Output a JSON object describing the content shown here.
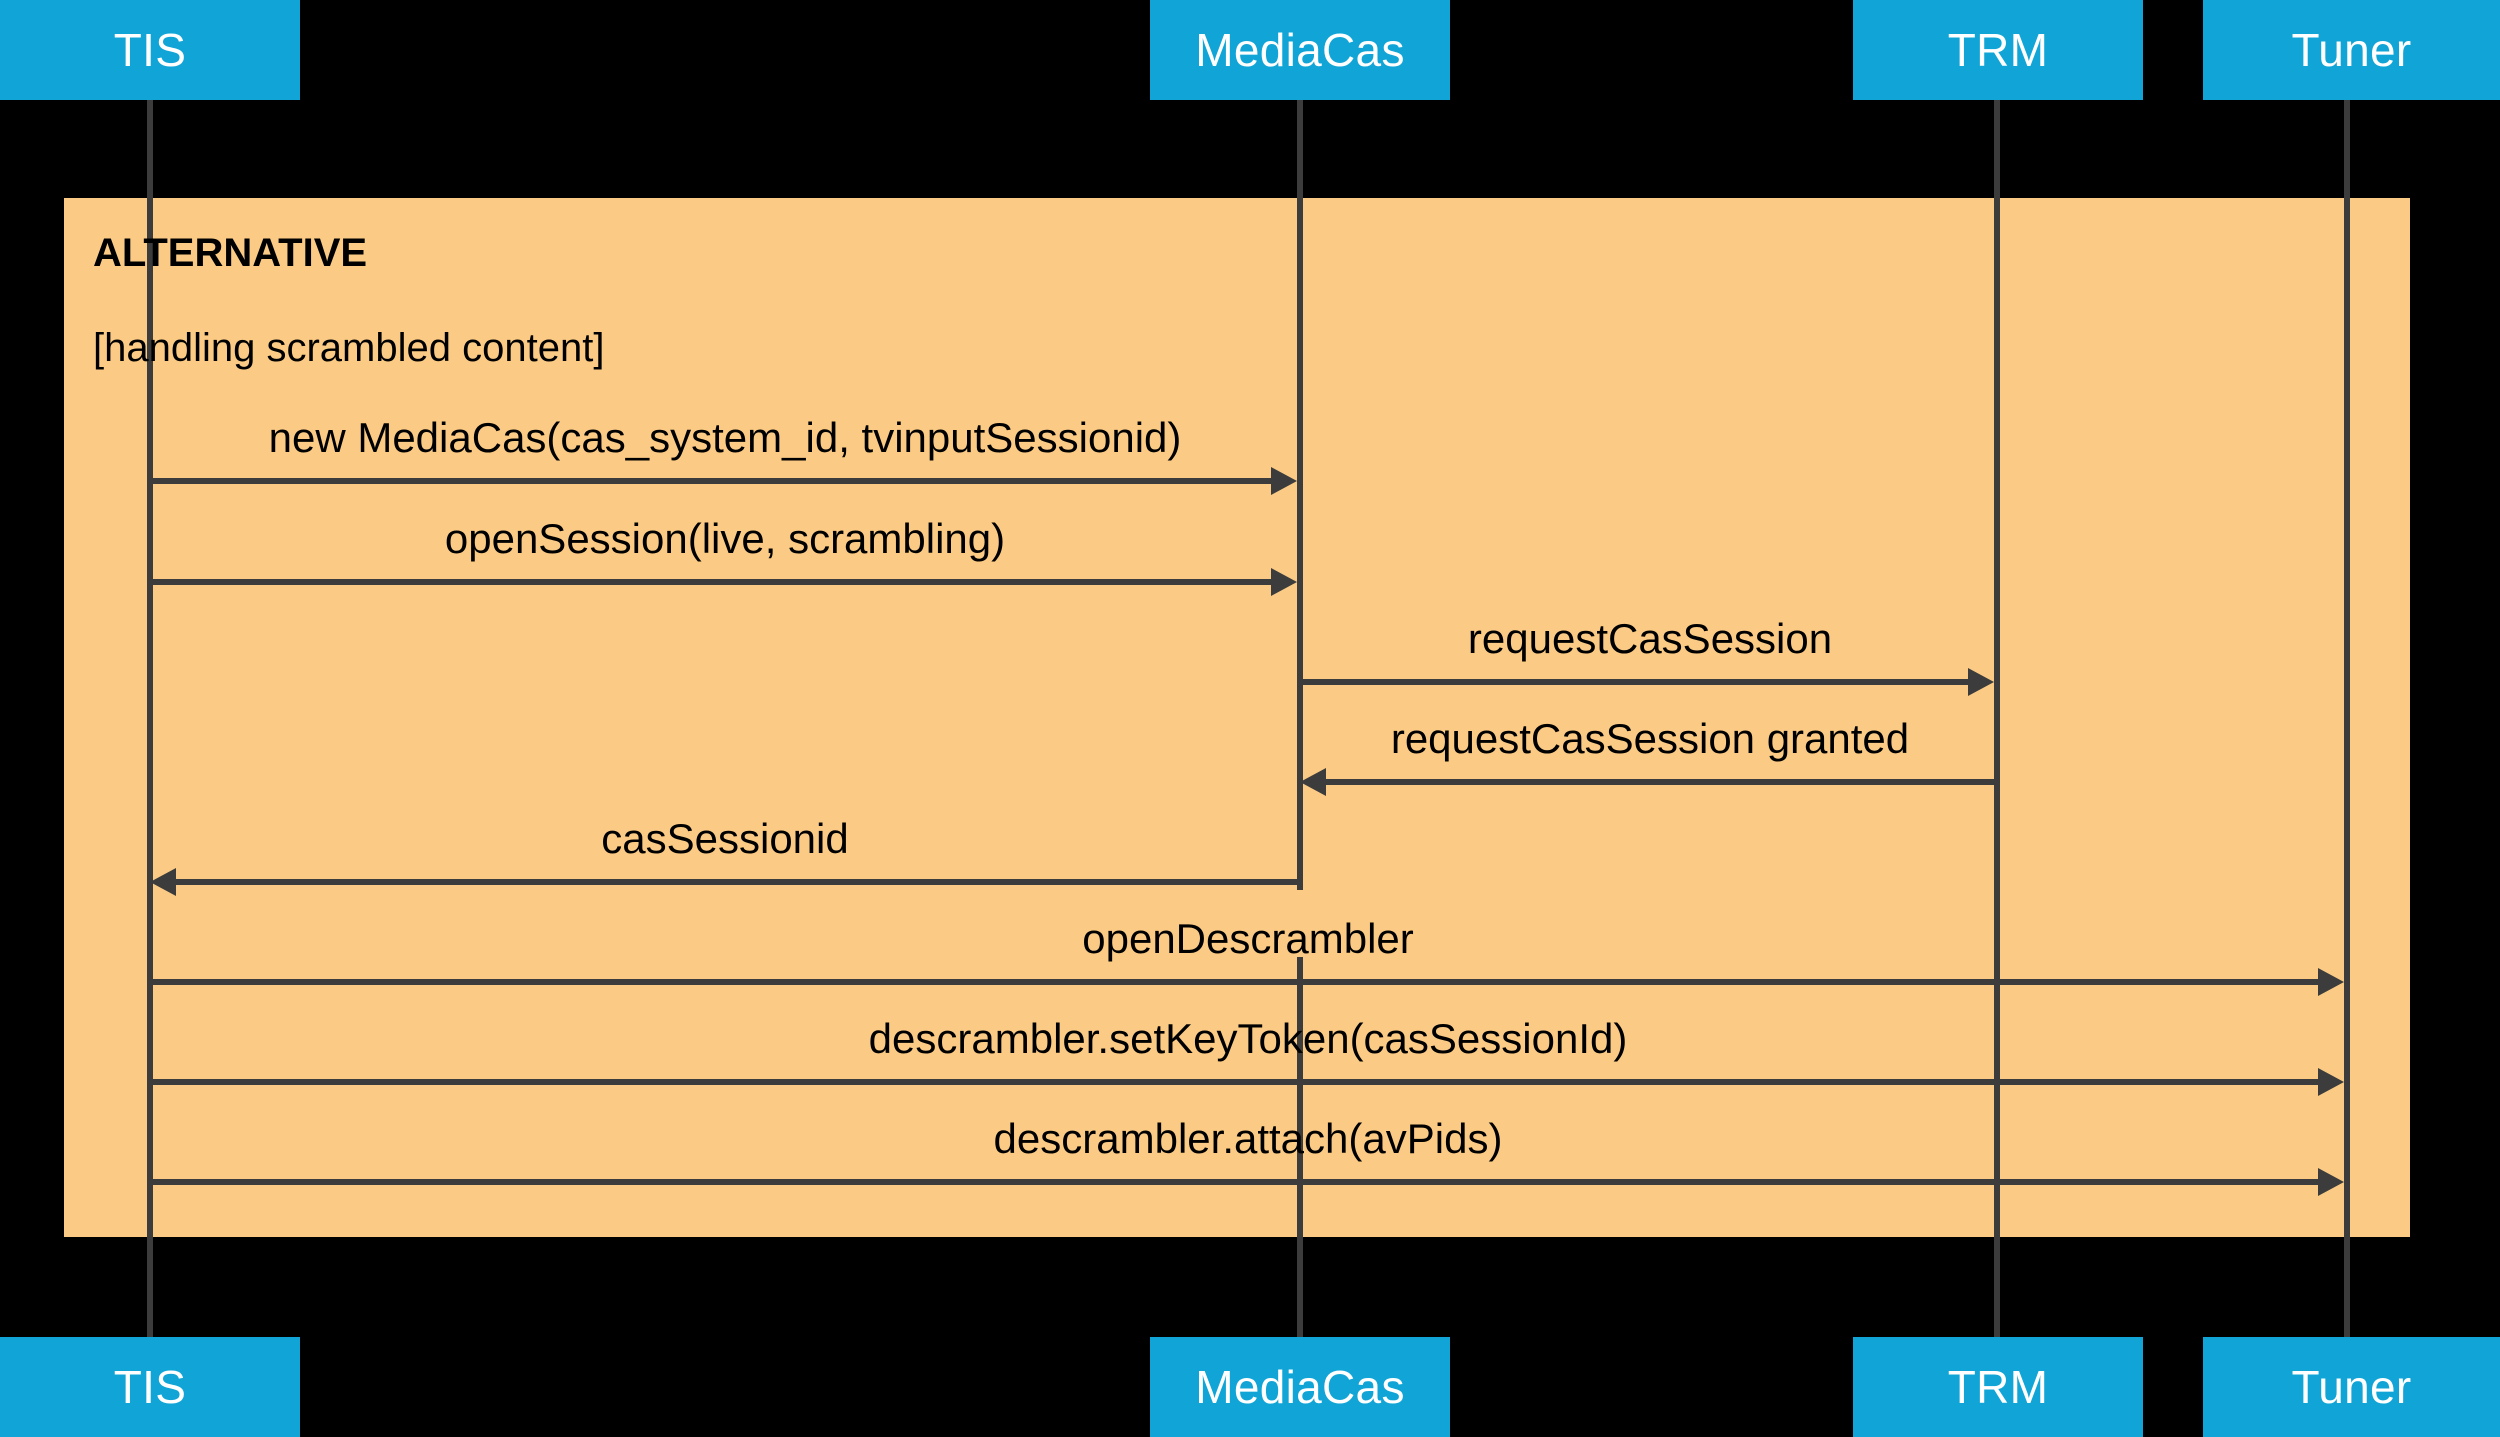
{
  "diagram": {
    "type": "uml-sequence-diagram",
    "background_color": "#000000",
    "participant_color": "#10A5D6",
    "participant_text_color": "#FFFFFF",
    "fragment_color": "#FBCB85",
    "line_color": "#3C3C3C",
    "text_color": "#000000"
  },
  "participants": [
    {
      "id": "tis",
      "label": "TIS"
    },
    {
      "id": "mediacas",
      "label": "MediaCas"
    },
    {
      "id": "trm",
      "label": "TRM"
    },
    {
      "id": "tuner",
      "label": "Tuner"
    }
  ],
  "participants_footer": [
    {
      "id": "tis",
      "label": "TIS"
    },
    {
      "id": "mediacas",
      "label": "MediaCas"
    },
    {
      "id": "trm",
      "label": "TRM"
    },
    {
      "id": "tuner",
      "label": "Tuner"
    }
  ],
  "fragment": {
    "operator": "ALTERNATIVE",
    "guard": "[handling scrambled content]"
  },
  "messages": [
    {
      "index": 0,
      "label": "new MediaCas(cas_system_id, tvinputSessionid)",
      "from": "tis",
      "to": "mediacas",
      "direction": "right"
    },
    {
      "index": 1,
      "label": "openSession(live, scrambling)",
      "from": "tis",
      "to": "mediacas",
      "direction": "right"
    },
    {
      "index": 2,
      "label": "requestCasSession",
      "from": "mediacas",
      "to": "trm",
      "direction": "right"
    },
    {
      "index": 3,
      "label": "requestCasSession granted",
      "from": "trm",
      "to": "mediacas",
      "direction": "left"
    },
    {
      "index": 4,
      "label": "casSessionid",
      "from": "mediacas",
      "to": "tis",
      "direction": "left"
    },
    {
      "index": 5,
      "label": "openDescrambler",
      "from": "tis",
      "to": "tuner",
      "direction": "right"
    },
    {
      "index": 6,
      "label": "descrambler.setKeyToken(casSessionId)",
      "from": "tis",
      "to": "tuner",
      "direction": "right"
    },
    {
      "index": 7,
      "label": "descrambler.attach(avPids)",
      "from": "tis",
      "to": "tuner",
      "direction": "right"
    }
  ]
}
